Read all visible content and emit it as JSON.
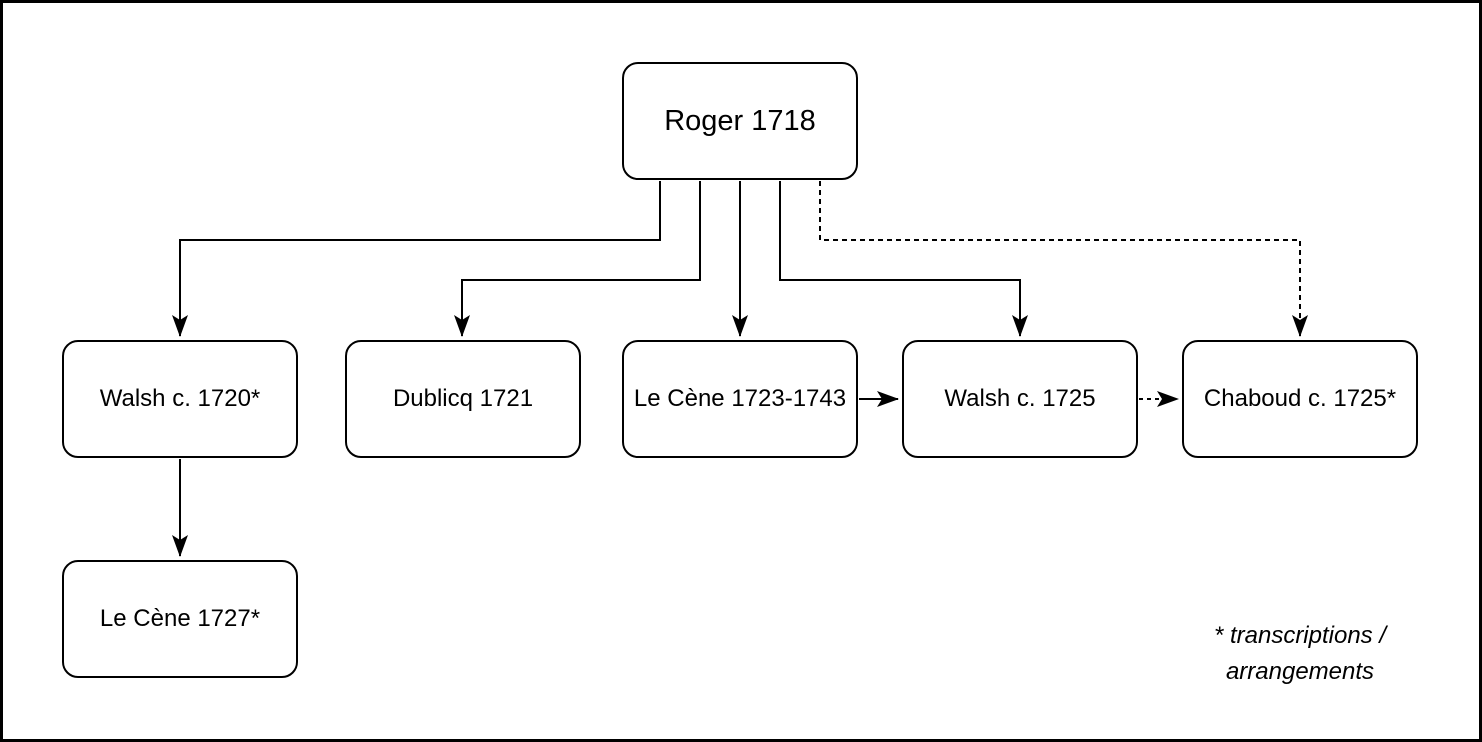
{
  "diagram": {
    "nodes": [
      {
        "id": "roger-1718",
        "label": "Roger 1718"
      },
      {
        "id": "walsh-1720",
        "label": "Walsh c. 1720*"
      },
      {
        "id": "dublicq-1721",
        "label": "Dublicq 1721"
      },
      {
        "id": "lecene-1723",
        "label": "Le Cène 1723-1743"
      },
      {
        "id": "walsh-1725",
        "label": "Walsh c. 1725"
      },
      {
        "id": "chaboud-1725",
        "label": "Chaboud c. 1725*"
      },
      {
        "id": "lecene-1727",
        "label": "Le Cène 1727*"
      }
    ],
    "edges": [
      {
        "from": "Roger 1718",
        "to": "Walsh c. 1720*",
        "style": "solid"
      },
      {
        "from": "Roger 1718",
        "to": "Dublicq 1721",
        "style": "solid"
      },
      {
        "from": "Roger 1718",
        "to": "Le Cène 1723-1743",
        "style": "solid"
      },
      {
        "from": "Roger 1718",
        "to": "Walsh c. 1725",
        "style": "solid"
      },
      {
        "from": "Roger 1718",
        "to": "Chaboud c. 1725*",
        "style": "dashed"
      },
      {
        "from": "Le Cène 1723-1743",
        "to": "Walsh c. 1725",
        "style": "solid"
      },
      {
        "from": "Walsh c. 1725",
        "to": "Chaboud c. 1725*",
        "style": "dashed"
      },
      {
        "from": "Walsh c. 1720*",
        "to": "Le Cène 1727*",
        "style": "solid"
      }
    ],
    "footnote": {
      "line1": "* transcriptions /",
      "line2": "arrangements"
    },
    "colors": {
      "stroke": "#000000",
      "background": "#ffffff"
    }
  }
}
